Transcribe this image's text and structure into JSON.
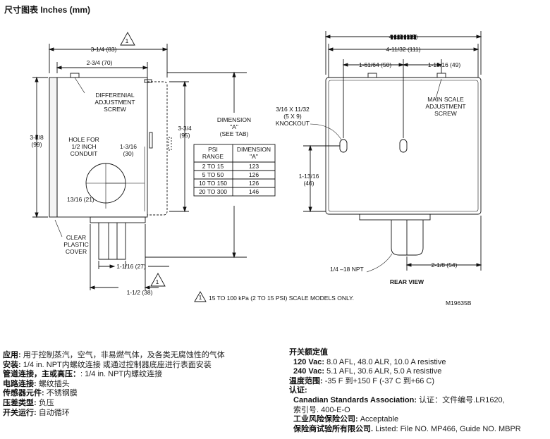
{
  "page": {
    "title": "尺寸图表 Inches (mm)"
  },
  "drawing": {
    "side": {
      "width_overall": "3-1/4 (83)",
      "width_body": "2-3/4 (70)",
      "diff_label": [
        "DIFFERENIAL",
        "ADJUSTMENT",
        "SCREW"
      ],
      "height_left": [
        "3-7/8",
        "(99)"
      ],
      "height_right": [
        "3-3/4",
        "(95)"
      ],
      "hole_label": [
        "HOLE FOR",
        "1/2 INCH",
        "CONDUIT"
      ],
      "hole_offset": [
        "1-3/16",
        "(30)"
      ],
      "bottom_offset": "13/16 (21)",
      "cover_label": [
        "CLEAR",
        "PLASTIC",
        "COVER"
      ],
      "fitting_width": "1-1/16 (27)",
      "bottom_width": "1-1/2 (38)",
      "note_mark": "1"
    },
    "dimension_a": {
      "label": [
        "DIMENSION",
        "\"A\"",
        "(SEE TAB)"
      ],
      "headers": [
        [
          "PSI",
          "RANGE"
        ],
        [
          "DIMENSION",
          "\"A\""
        ]
      ],
      "rows": [
        [
          "2 TO 15",
          "123"
        ],
        [
          "5 TO 50",
          "126"
        ],
        [
          "10 TO 150",
          "126"
        ],
        [
          "20 TO 300",
          "146"
        ]
      ]
    },
    "rear": {
      "width_overall": "4-1/2 (115)",
      "width_inner": "4-11/32 (111)",
      "left_offset": "1-61/64 (50)",
      "right_offset": "1-15/16 (49)",
      "main_label": [
        "MAIN SCALE",
        "ADJUSTMENT",
        "SCREW"
      ],
      "knockout_label": [
        "3/16 X 11/32",
        "(5 X 9)",
        "KNOCKOUT"
      ],
      "slot_height": [
        "1-13/16",
        "(46)"
      ],
      "npt": "1/4 –18 NPT",
      "fitting_offset": "2-1/8 (54)",
      "view_label": "REAR VIEW"
    },
    "note": "15 TO 100 kPa (2 TO 15 PSI) SCALE MODELS ONLY.",
    "drawing_id": "M19635B"
  },
  "specs_left": [
    {
      "k": "应用: ",
      "v": "用于控制蒸汽，空气，非易燃气体，及各类无腐蚀性的气体"
    },
    {
      "k": "安装: ",
      "v": "1/4 in. NPT内螺纹连接 或通过控制器底座进行表面安装"
    },
    {
      "k": "管道连接，主或高压：",
      "v": ": 1/4 in. NPT内螺纹连接"
    },
    {
      "k": "电路连接: ",
      "v": "螺纹插头"
    },
    {
      "k": "传感器元件: ",
      "v": "不锈钢膜"
    },
    {
      "k": "压差类型: ",
      "v": "负压"
    },
    {
      "k": "开关运行: ",
      "v": "自动循环"
    }
  ],
  "specs_right": {
    "heading": "开关额定值",
    "ratings": [
      {
        "k": "120 Vac: ",
        "v": "8.0 AFL, 48.0 ALR, 10.0 A resistive"
      },
      {
        "k": "240 Vac: ",
        "v": "5.1 AFL, 30.6 ALR, 5.0 A resistive"
      }
    ],
    "temp": {
      "k": "温度范围: ",
      "v": "-35 F 到+150 F (-37 C 到+66 C)"
    },
    "approvals_heading": "认证:",
    "csa": {
      "k": "Canadian Standards Association: ",
      "v": "认证：文件编号.LR1620,"
    },
    "csa_file": "索引号. 400-E-O",
    "fm": {
      "k": "工业风险保险公司: ",
      "v": "Acceptable"
    },
    "ul": {
      "k": "保险商试验所有限公司. ",
      "v": "Listed: File NO. MP466, Guide NO. MBPR"
    }
  }
}
